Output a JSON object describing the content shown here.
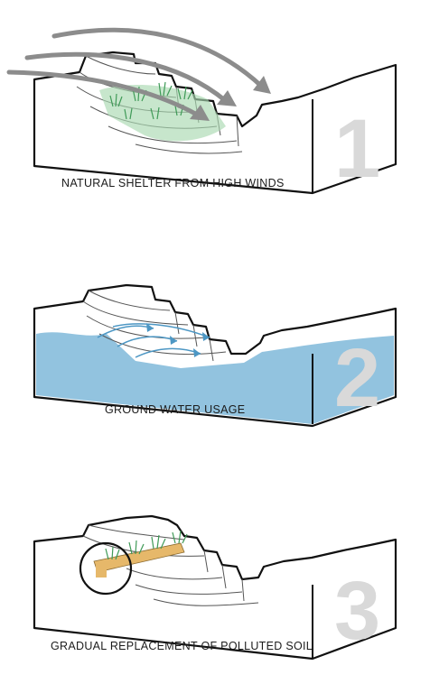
{
  "panels": [
    {
      "number": "1",
      "caption": "NATURAL SHELTER FROM HIGH WINDS"
    },
    {
      "number": "2",
      "caption": "GROUND WATER USAGE"
    },
    {
      "number": "3",
      "caption": "GRADUAL REPLACEMENT OF POLLUTED SOIL"
    }
  ],
  "colors": {
    "outline": "#111111",
    "wind_arrow": "#8c8c8c",
    "vegetation": "#3f9a57",
    "vegetation_tint": "#a9d8b1",
    "water": "#7fb8d9",
    "water_deep": "#4d97c4",
    "soil": "#e6b86a",
    "number": "#d9d9d9"
  }
}
